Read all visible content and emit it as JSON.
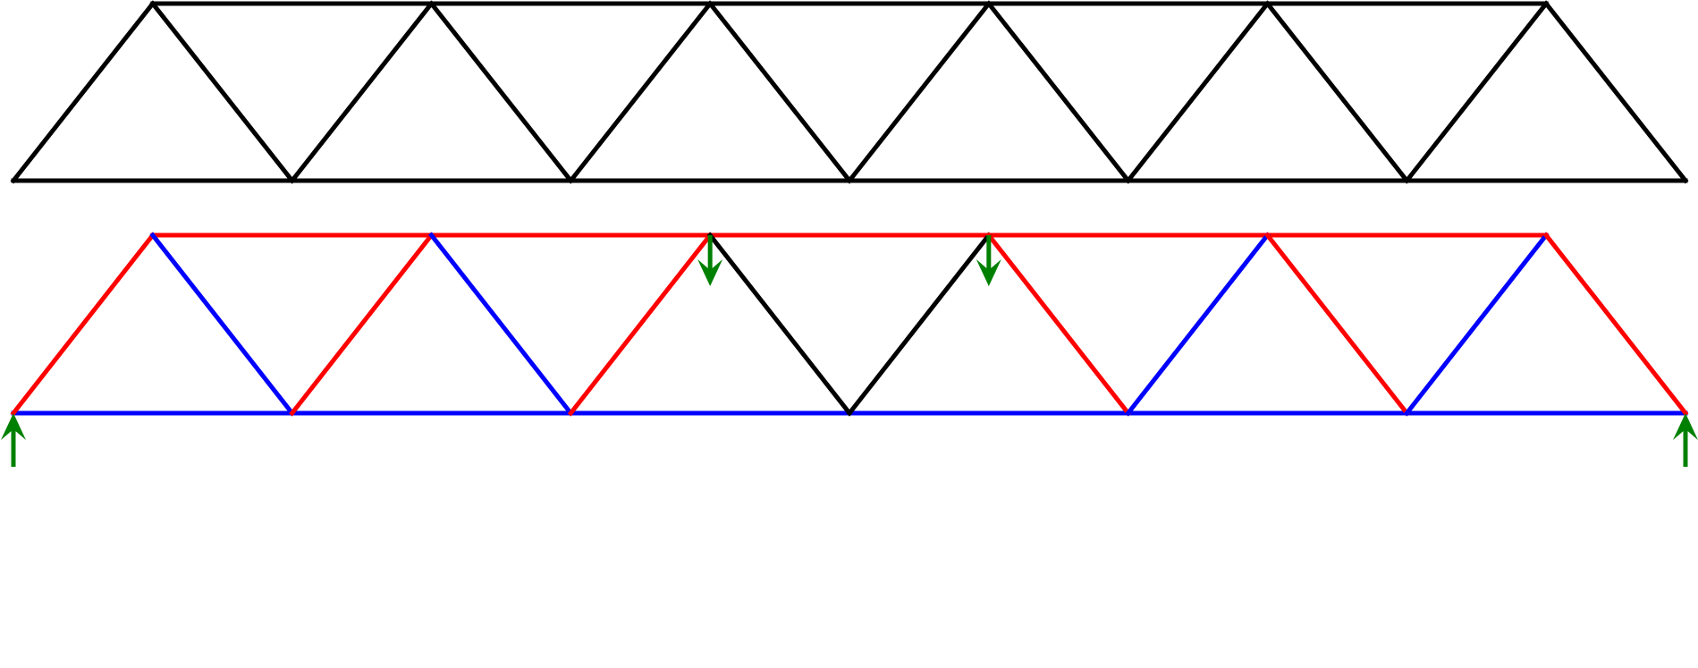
{
  "colors": {
    "unloaded": "#000000",
    "red": "#ff0000",
    "blue": "#0000ff",
    "black": "#000000",
    "arrow": "#008000"
  },
  "truss": {
    "panels": 6,
    "unloaded_member_color": "black",
    "loaded": {
      "top_chord_color": "red",
      "bottom_chord_color": "blue",
      "diagonal_colors": [
        "red",
        "blue",
        "red",
        "blue",
        "red",
        "black",
        "black",
        "red",
        "blue",
        "red",
        "blue",
        "red"
      ],
      "loads_at_top_nodes": [
        2,
        3
      ],
      "supports_at_bottom_nodes": [
        0,
        6
      ]
    }
  }
}
